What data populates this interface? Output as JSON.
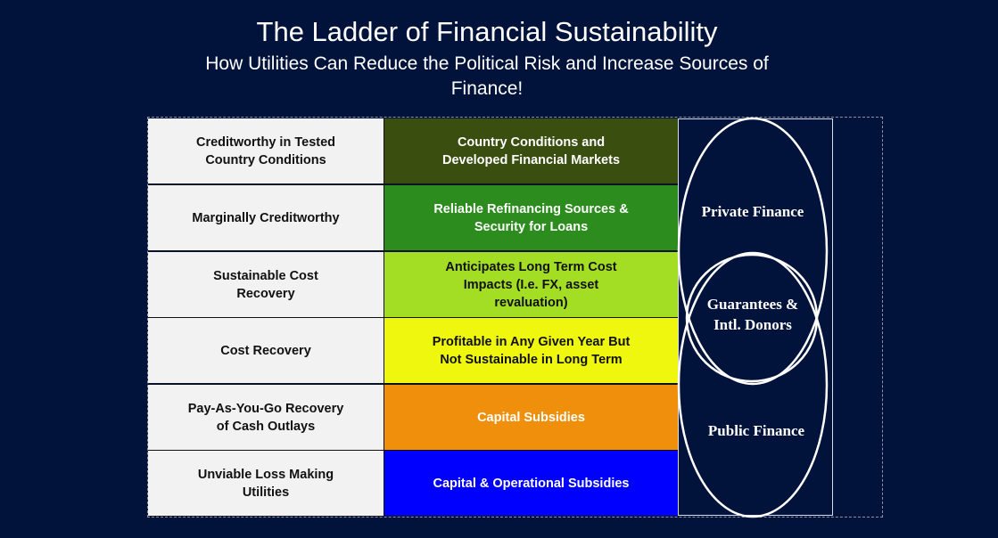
{
  "title": "The Ladder of Financial Sustainability",
  "subtitle": "How Utilities Can Reduce the Political Risk and Increase Sources of Finance!",
  "rows": [
    {
      "level": "Creditworthy in Tested Country Conditions",
      "description": "Country Conditions and Developed Financial Markets",
      "color": "#3a4e10",
      "text_color": "#ffffff"
    },
    {
      "level": "Marginally Creditworthy",
      "description": "Reliable Refinancing Sources & Security for Loans",
      "color": "#2c8c1e",
      "text_color": "#ffffff"
    },
    {
      "level": "Sustainable Cost Recovery",
      "description": "Anticipates Long Term Cost Impacts (I.e. FX, asset revaluation)",
      "color": "#a3de24",
      "text_color": "#111111"
    },
    {
      "level": "Cost Recovery",
      "description": "Profitable in Any Given Year But Not Sustainable in Long Term",
      "color": "#eff70f",
      "text_color": "#111111"
    },
    {
      "level": "Pay-As-You-Go Recovery of Cash Outlays",
      "description": "Capital Subsidies",
      "color": "#ef8f0c",
      "text_color": "#ffffff"
    },
    {
      "level": "Unviable Loss Making Utilities",
      "description": "Capital & Operational Subsidies",
      "color": "#0000fe",
      "text_color": "#ffffff"
    }
  ],
  "finance": {
    "private": "Private Finance",
    "guarantees": "Guarantees & Intl. Donors",
    "public": "Public Finance"
  }
}
